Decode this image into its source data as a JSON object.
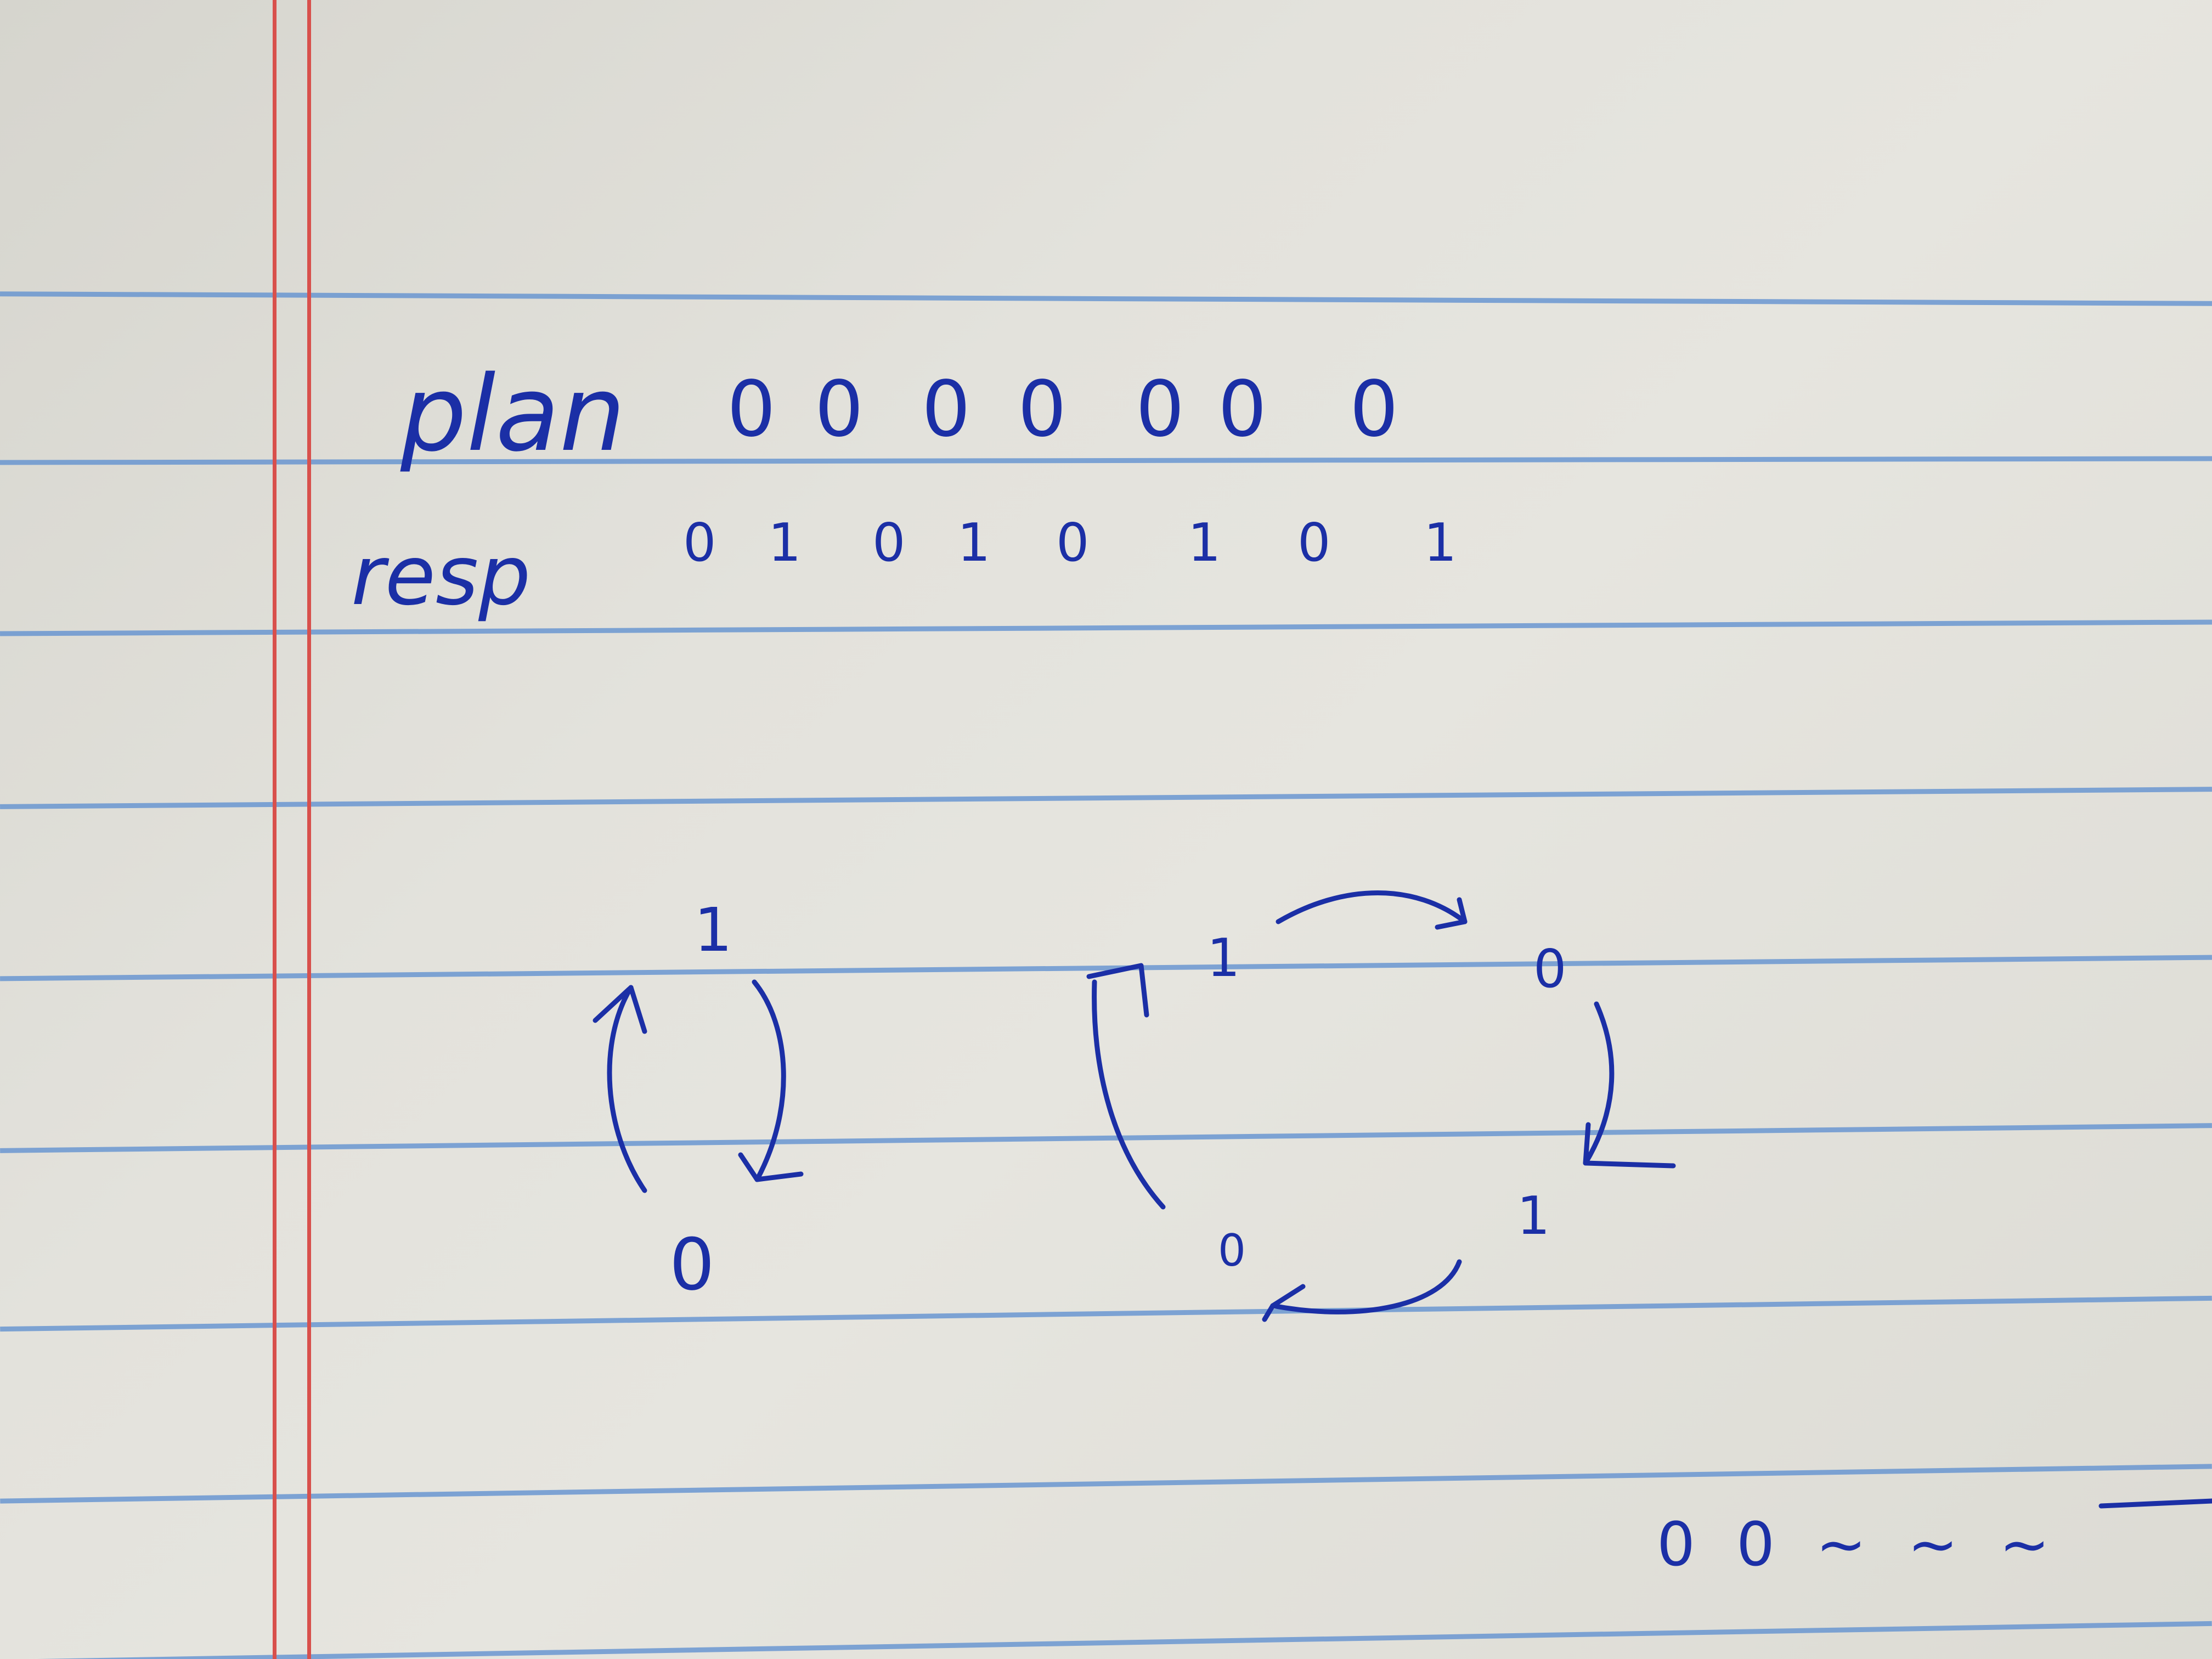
{
  "note": {
    "plan_label": "plan",
    "plan_values": [
      "0",
      "0",
      "0",
      "0",
      "0",
      "0",
      "0"
    ],
    "resp_label": "resp",
    "resp_values": [
      "0",
      "1",
      "0",
      "1",
      "0",
      "1",
      "0",
      "1"
    ],
    "cycle_two": {
      "nodes": [
        "1",
        "0"
      ]
    },
    "cycle_four": {
      "nodes": [
        "1",
        "0",
        "1",
        "0"
      ]
    },
    "trailing_text": "0 0 ~ ~ ~"
  },
  "colors": {
    "ink": "#1b2fa6",
    "rule_line": "#5f8fd0",
    "margin_line": "#d8504c",
    "paper": "#e3e2dc"
  }
}
